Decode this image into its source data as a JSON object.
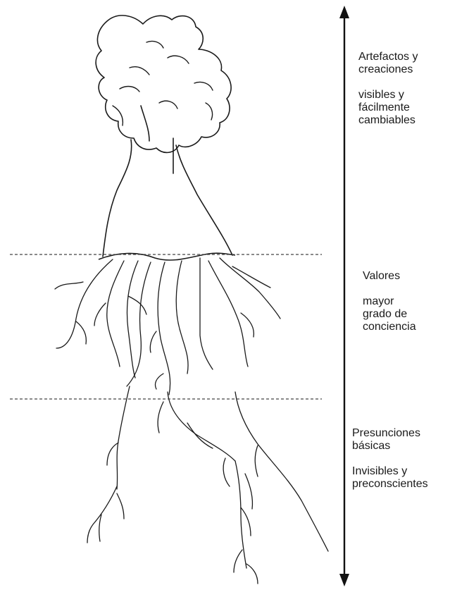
{
  "layers": [
    {
      "title_lines": [
        "Artefactos y",
        "creaciones"
      ],
      "desc_lines": [
        "visibles y",
        "fácilmente",
        "cambiables"
      ]
    },
    {
      "title_lines": [
        "Valores"
      ],
      "desc_lines": [
        "mayor",
        "grado de",
        "conciencia"
      ]
    },
    {
      "title_lines": [
        "Presunciones",
        "básicas"
      ],
      "desc_lines": [
        "Invisibles y",
        "preconscientes"
      ]
    }
  ],
  "colors": {
    "stroke": "#1a1a1a",
    "dashed_line": "#444444",
    "background": "#ffffff"
  }
}
